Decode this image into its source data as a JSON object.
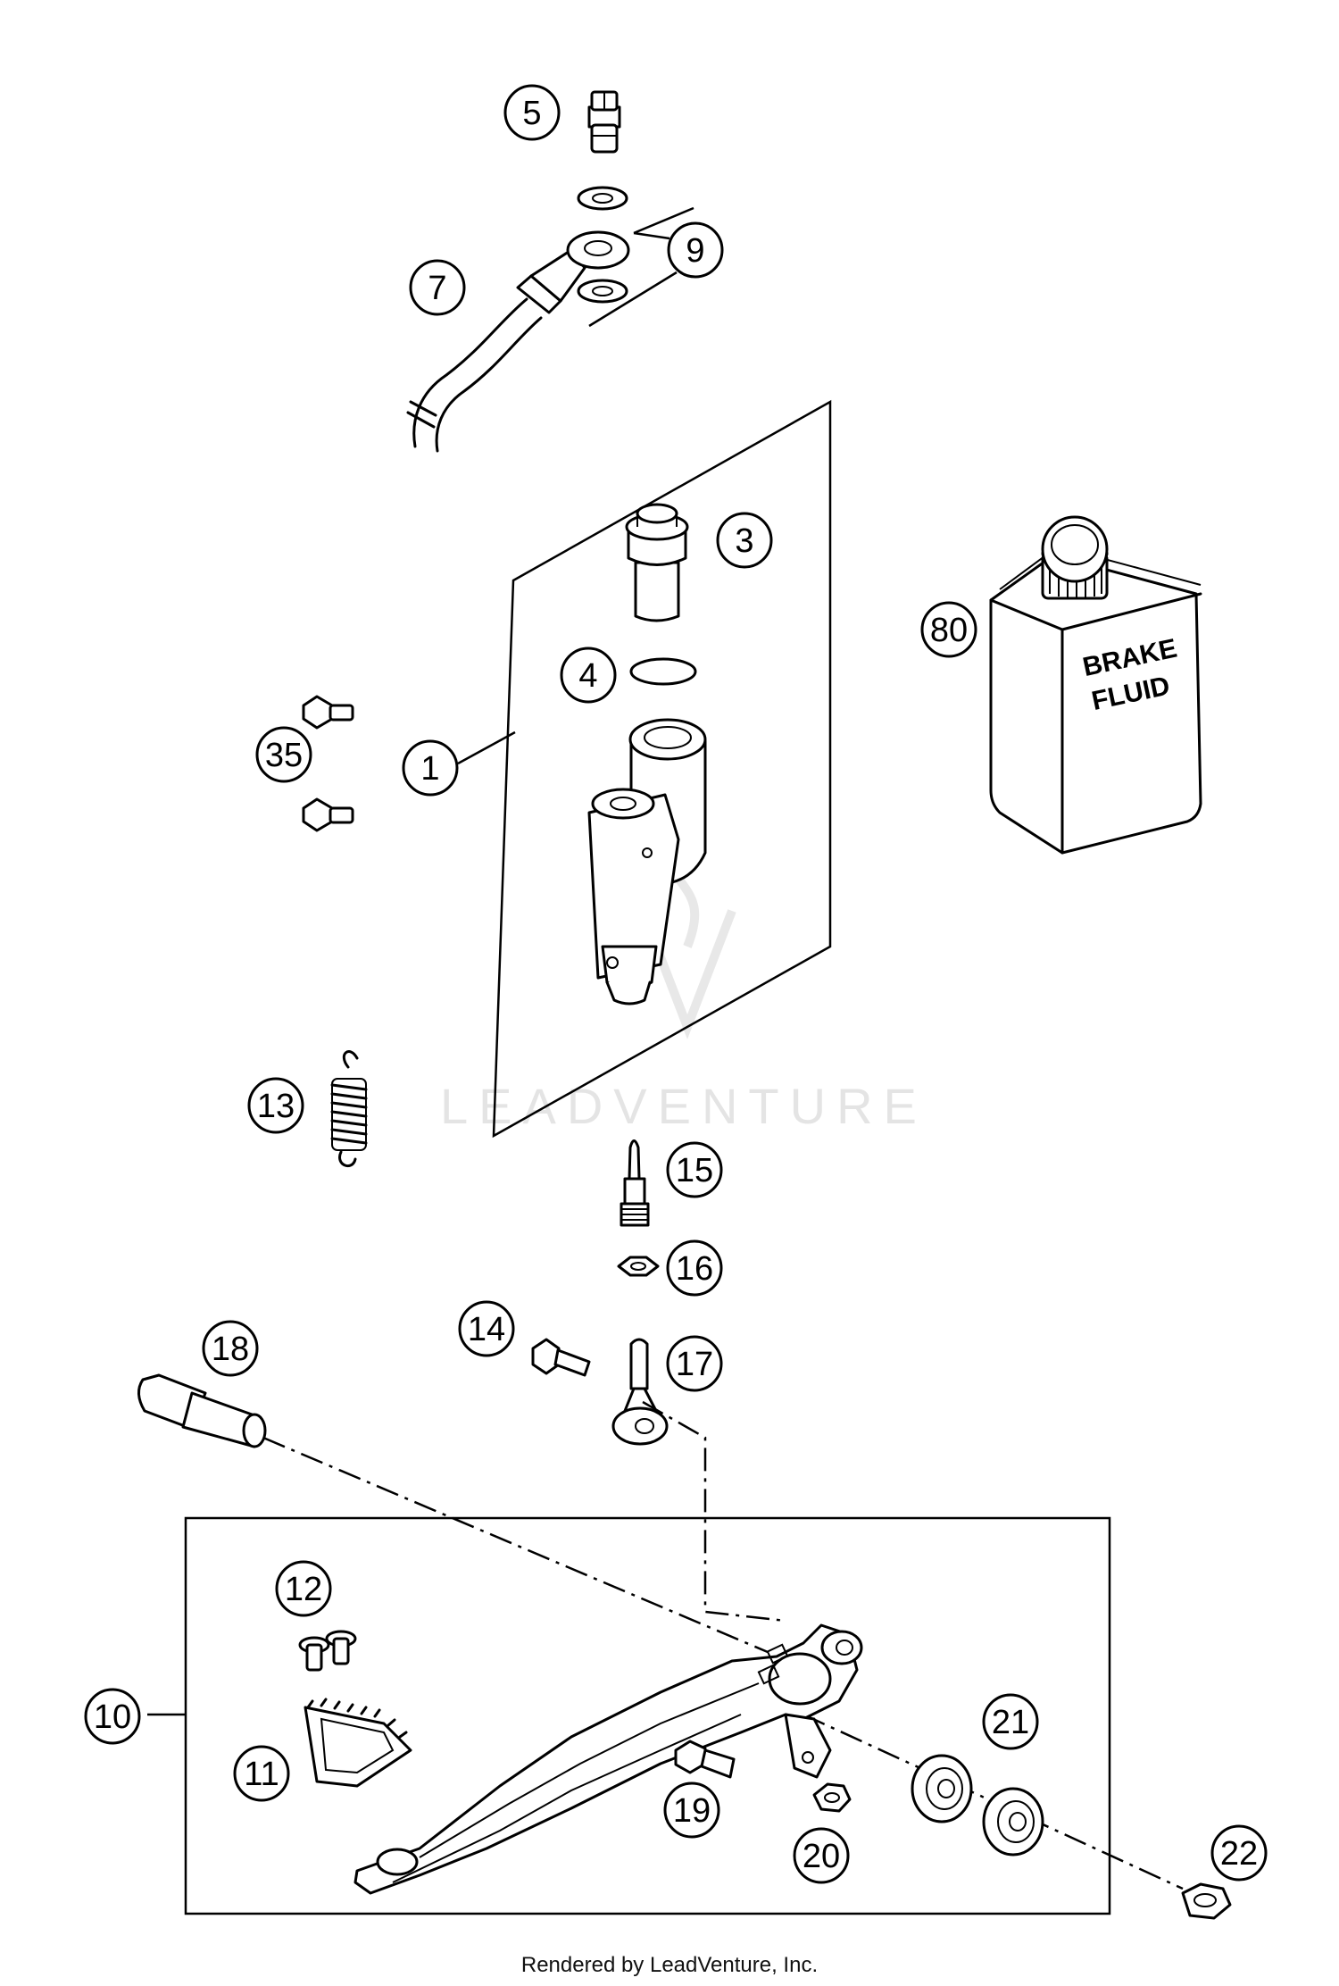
{
  "watermark": "LEADVENTURE",
  "footer": "Rendered by LeadVenture, Inc.",
  "brake_fluid_label": [
    "BRAKE",
    "FLUID"
  ],
  "callouts": {
    "c1": "1",
    "c3": "3",
    "c4": "4",
    "c5": "5",
    "c7": "7",
    "c9": "9",
    "c10": "10",
    "c11": "11",
    "c12": "12",
    "c13": "13",
    "c14": "14",
    "c15": "15",
    "c16": "16",
    "c17": "17",
    "c18": "18",
    "c19": "19",
    "c20": "20",
    "c21": "21",
    "c22": "22",
    "c35": "35",
    "c80": "80"
  }
}
